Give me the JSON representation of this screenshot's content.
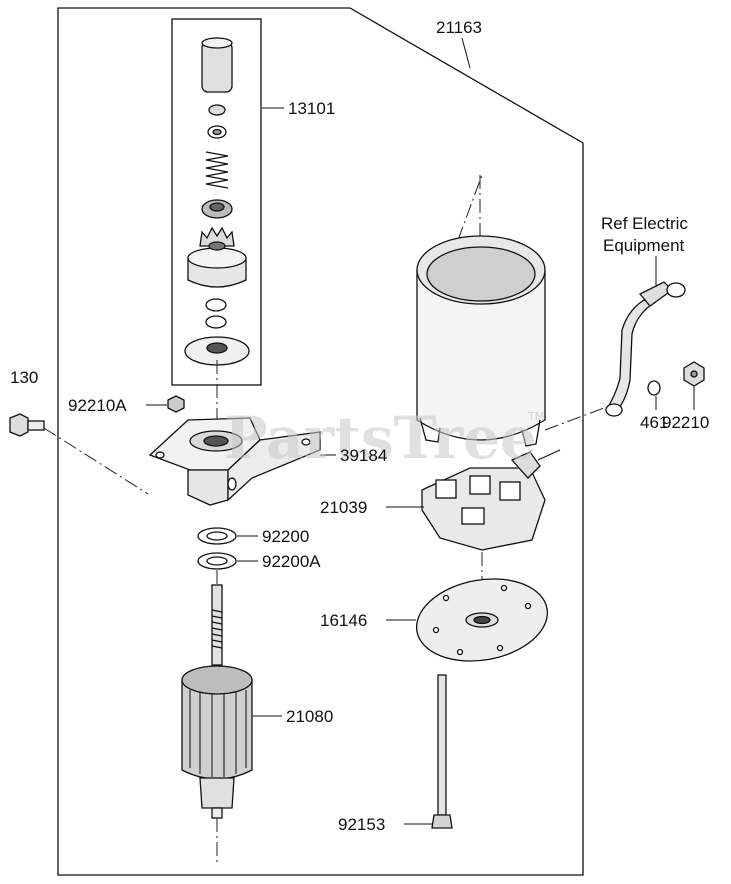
{
  "watermark": {
    "text": "PartsTree",
    "tm": "TM"
  },
  "callouts": {
    "c21163": "21163",
    "c13101": "13101",
    "c130": "130",
    "c92210A": "92210A",
    "c39184": "39184",
    "c92200": "92200",
    "c92200A": "92200A",
    "c21080": "21080",
    "c21039": "21039",
    "c16146": "16146",
    "c92153": "92153",
    "c461": "461",
    "c92210": "92210",
    "ref_line1": "Ref Electric",
    "ref_line2": "Equipment"
  }
}
